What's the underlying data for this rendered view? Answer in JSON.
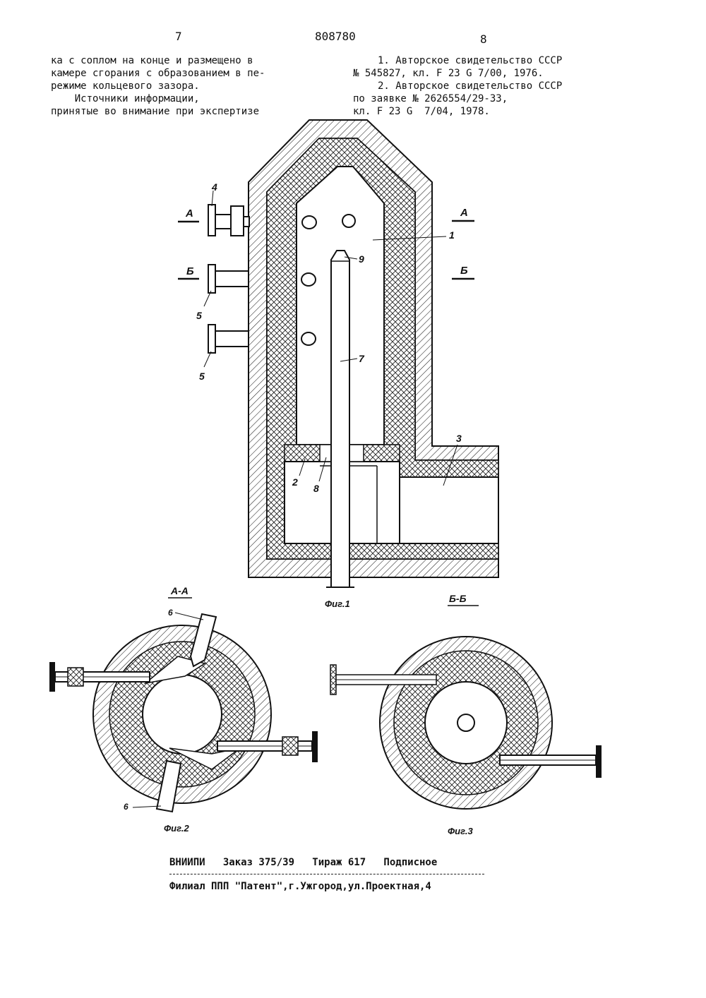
{
  "header": {
    "page_left": "7",
    "patent_number": "808780",
    "page_right": "8"
  },
  "left_column": [
    "ка с соплом на конце и размещено в",
    "камере сгорания с образованием в пе-",
    "режиме кольцевого зазора.",
    "    Источники информации,",
    "принятые во внимание при экспертизе"
  ],
  "right_column": [
    "1. Авторское свидетельство СССР",
    "№ 545827, кл. F 23 G 7/00, 1976.",
    "2. Авторское свидетельство СССР",
    "по заявке № 2626554/29-33,",
    "кл. F 23 G  7/04, 1978."
  ],
  "figure1": {
    "labels": {
      "l1": "1",
      "l2": "2",
      "l3": "3",
      "l4": "4",
      "l5a": "5",
      "l5b": "5",
      "l7": "7",
      "l8": "8",
      "l9": "9"
    },
    "section_a_left": "А",
    "section_a_right": "А",
    "section_b_left": "Б",
    "section_b_right": "Б",
    "caption": "Фиг.1"
  },
  "figure2": {
    "section_title": "А-А",
    "label_6_top": "6",
    "label_6_bottom": "6",
    "caption": "Фиг.2"
  },
  "figure3": {
    "section_title": "Б-Б",
    "caption": "Фиг.3"
  },
  "footer": {
    "line1": "ВНИИПИ   Заказ 375/39   Тираж 617   Подписное",
    "line2": "Филиал ППП \"Патент\",г.Ужгород,ул.Проектная,4"
  }
}
